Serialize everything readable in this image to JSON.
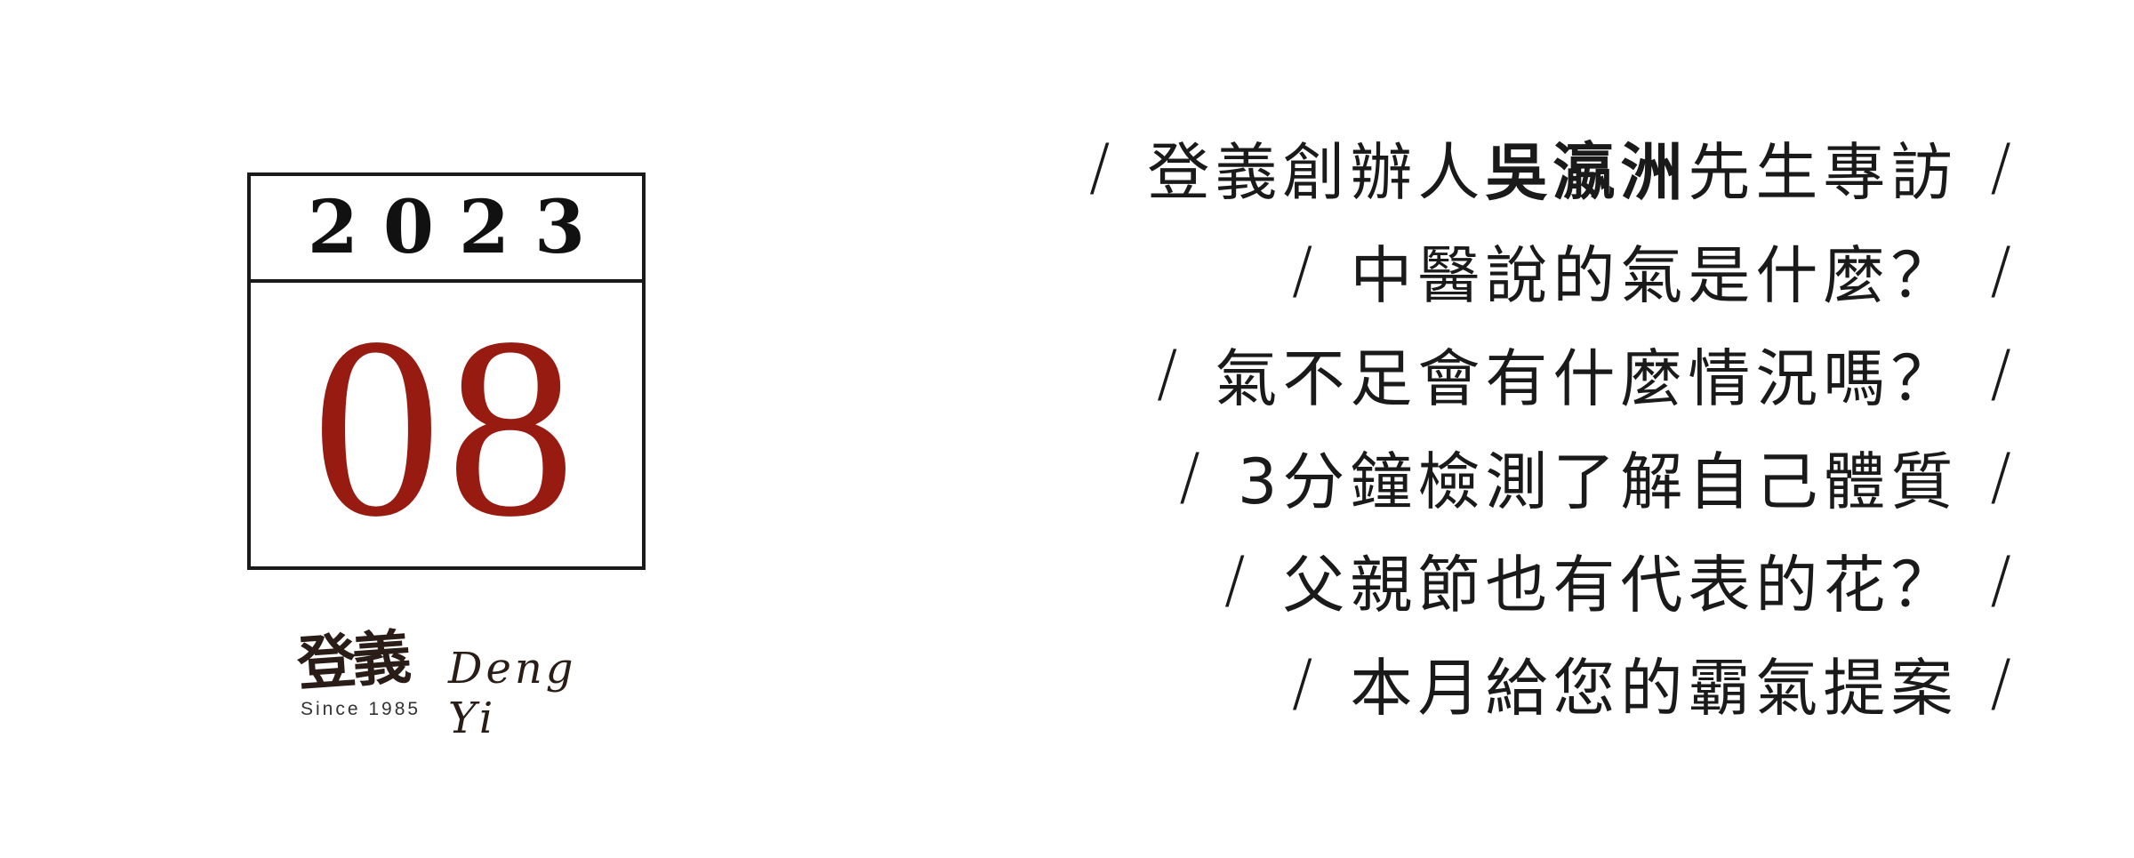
{
  "calendar": {
    "year": "2023",
    "month": "08"
  },
  "logo": {
    "name_cn": "登義",
    "name_en": "Deng Yi",
    "since": "Since 1985"
  },
  "headlines": [
    {
      "slash": "/",
      "pre": "登義創辦人 ",
      "bold": "吳瀛洲",
      "post": "先生專訪"
    },
    {
      "slash": "/",
      "pre": "中醫說的氣是什麼？",
      "bold": "",
      "post": ""
    },
    {
      "slash": "/",
      "pre": "氣不足會有什麼情況嗎？",
      "bold": "",
      "post": ""
    },
    {
      "slash": "/",
      "pre": "3分鐘檢測了解自己體質",
      "bold": "",
      "post": ""
    },
    {
      "slash": "/",
      "pre": "父親節也有代表的花？",
      "bold": "",
      "post": ""
    },
    {
      "slash": "/",
      "pre": "本月給您的霸氣提案",
      "bold": "",
      "post": ""
    }
  ],
  "colors": {
    "accent": "#981b12",
    "text": "#1a1a1a"
  }
}
